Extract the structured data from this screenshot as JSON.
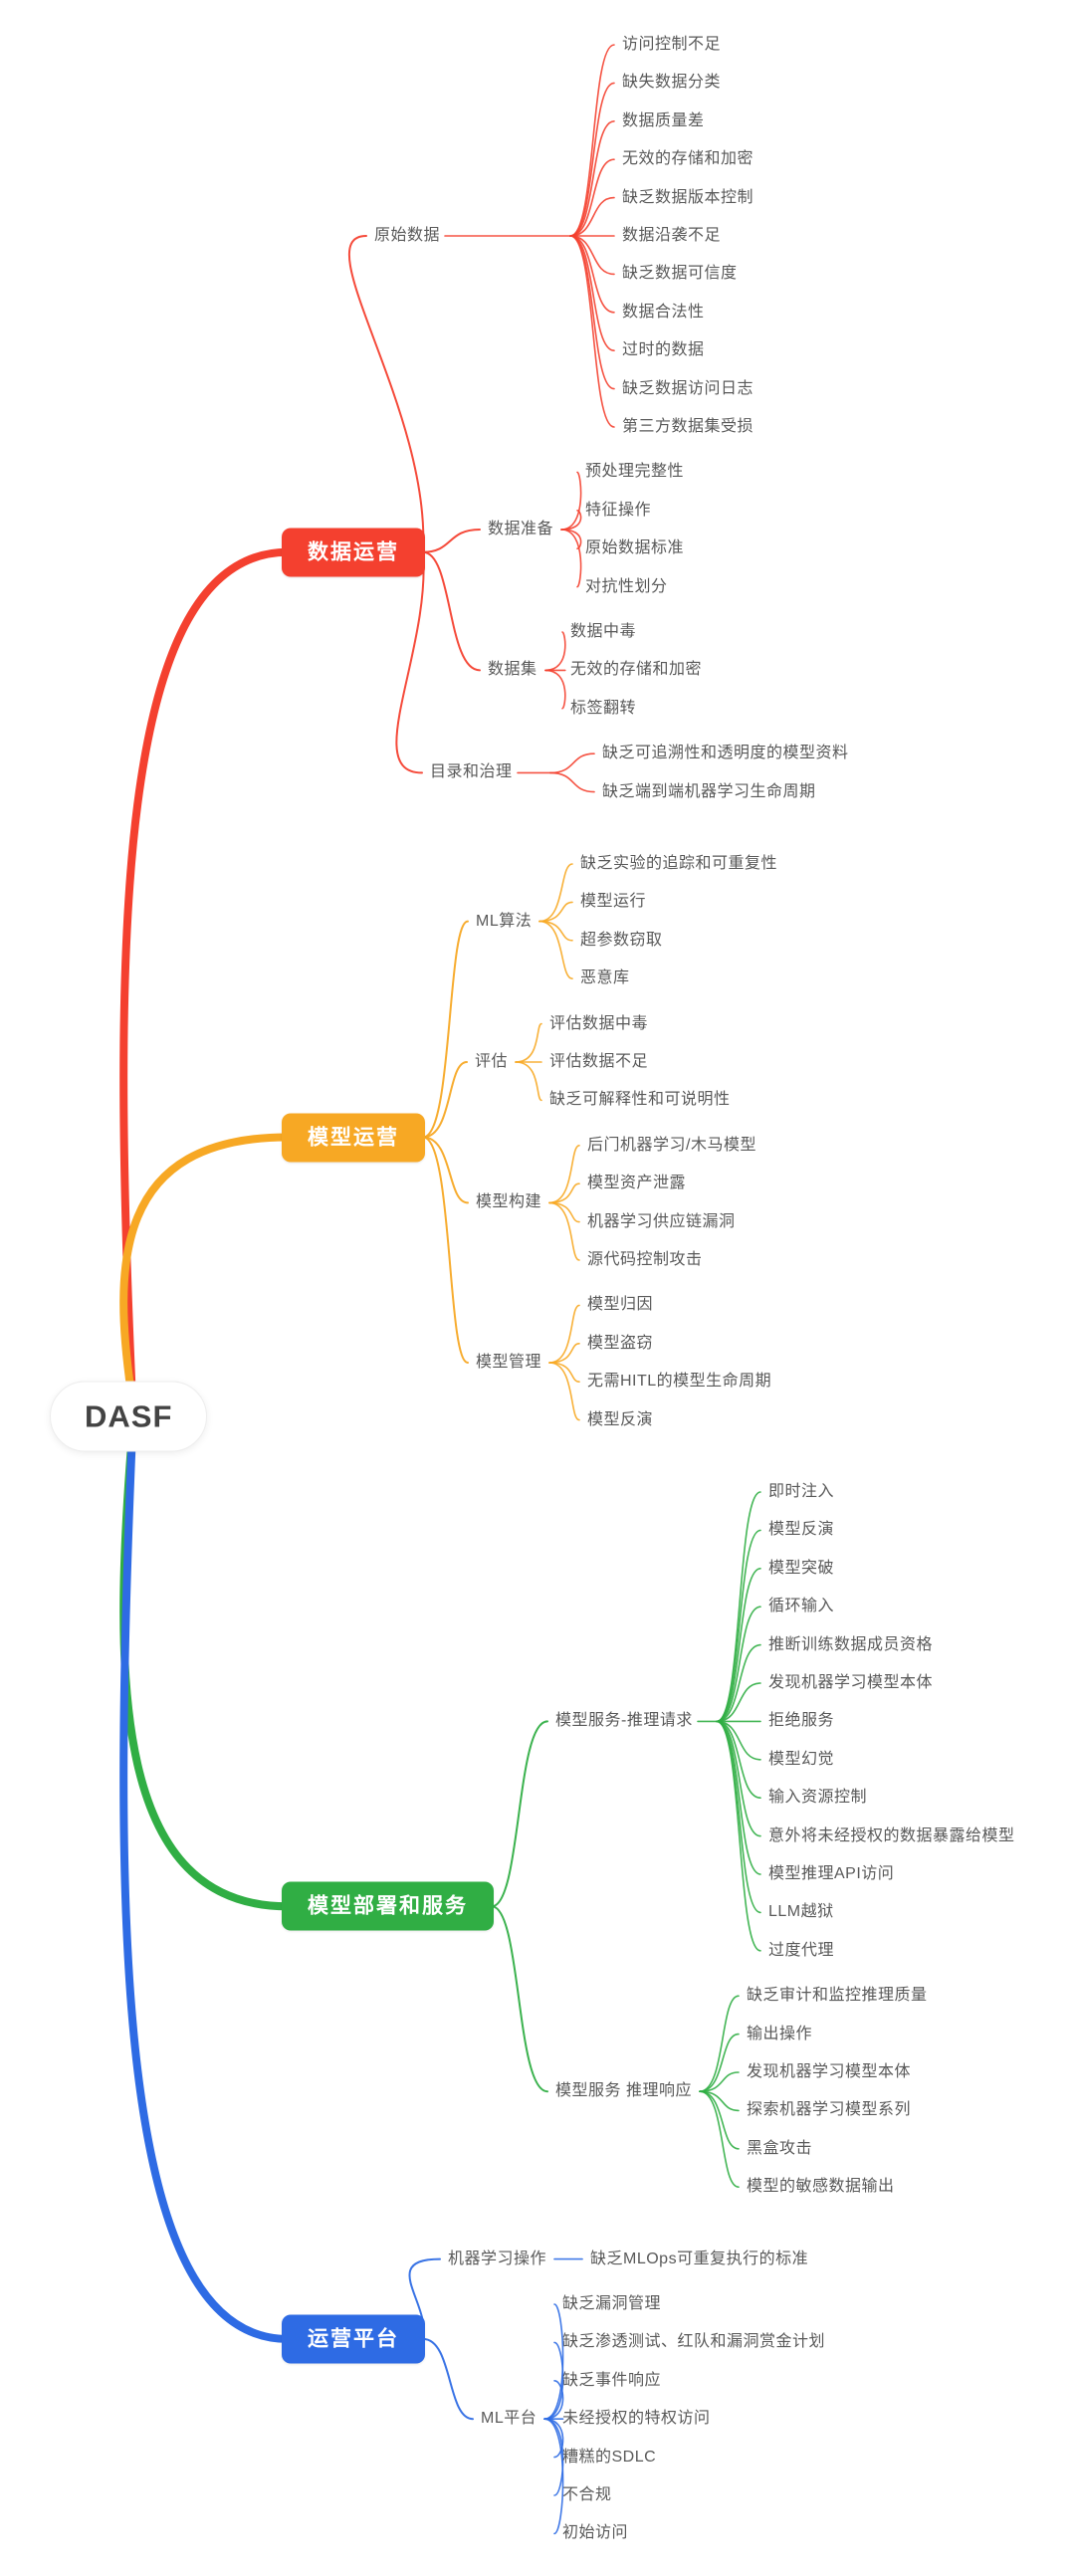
{
  "colors": {
    "accent_red": "#F4402F",
    "accent_orange": "#F7A824",
    "accent_green": "#30AE44",
    "accent_blue": "#2E6BE4",
    "node_text": "#595959",
    "root_text": "#434343",
    "canvas_bg": "#FFFFFF"
  },
  "mindmap": {
    "root": {
      "label": "DASF"
    },
    "sections": [
      {
        "label": "数据运营",
        "color": "#F4402F",
        "branches": [
          {
            "label": "原始数据",
            "leaves": [
              "访问控制不足",
              "缺失数据分类",
              "数据质量差",
              "无效的存储和加密",
              "缺乏数据版本控制",
              "数据沿袭不足",
              "缺乏数据可信度",
              "数据合法性",
              "过时的数据",
              "缺乏数据访问日志",
              "第三方数据集受损"
            ]
          },
          {
            "label": "数据准备",
            "leaves": [
              "预处理完整性",
              "特征操作",
              "原始数据标准",
              "对抗性划分"
            ]
          },
          {
            "label": "数据集",
            "leaves": [
              "数据中毒",
              "无效的存储和加密",
              "标签翻转"
            ]
          },
          {
            "label": "目录和治理",
            "leaves": [
              "缺乏可追溯性和透明度的模型资料",
              "缺乏端到端机器学习生命周期"
            ]
          }
        ]
      },
      {
        "label": "模型运营",
        "color": "#F7A824",
        "branches": [
          {
            "label": "ML算法",
            "leaves": [
              "缺乏实验的追踪和可重复性",
              "模型运行",
              "超参数窃取",
              "恶意库"
            ]
          },
          {
            "label": "评估",
            "leaves": [
              "评估数据中毒",
              "评估数据不足",
              "缺乏可解释性和可说明性"
            ]
          },
          {
            "label": "模型构建",
            "leaves": [
              "后门机器学习/木马模型",
              "模型资产泄露",
              "机器学习供应链漏洞",
              "源代码控制攻击"
            ]
          },
          {
            "label": "模型管理",
            "leaves": [
              "模型归因",
              "模型盗窃",
              "无需HITL的模型生命周期",
              "模型反演"
            ]
          }
        ]
      },
      {
        "label": "模型部署和服务",
        "color": "#30AE44",
        "branches": [
          {
            "label": "模型服务-推理请求",
            "leaves": [
              "即时注入",
              "模型反演",
              "模型突破",
              "循环输入",
              "推断训练数据成员资格",
              "发现机器学习模型本体",
              "拒绝服务",
              "模型幻觉",
              "输入资源控制",
              "意外将未经授权的数据暴露给模型",
              "模型推理API访问",
              "LLM越狱",
              "过度代理"
            ]
          },
          {
            "label": "模型服务 推理响应",
            "leaves": [
              "缺乏审计和监控推理质量",
              "输出操作",
              "发现机器学习模型本体",
              "探索机器学习模型系列",
              "黑盒攻击",
              "模型的敏感数据输出"
            ]
          }
        ]
      },
      {
        "label": "运营平台",
        "color": "#2E6BE4",
        "branches": [
          {
            "label": "机器学习操作",
            "leaves": [
              "缺乏MLOps可重复执行的标准"
            ]
          },
          {
            "label": "ML平台",
            "leaves": [
              "缺乏漏洞管理",
              "缺乏渗透测试、红队和漏洞赏金计划",
              "缺乏事件响应",
              "未经授权的特权访问",
              "糟糕的SDLC",
              "不合规",
              "初始访问"
            ]
          }
        ]
      }
    ]
  }
}
